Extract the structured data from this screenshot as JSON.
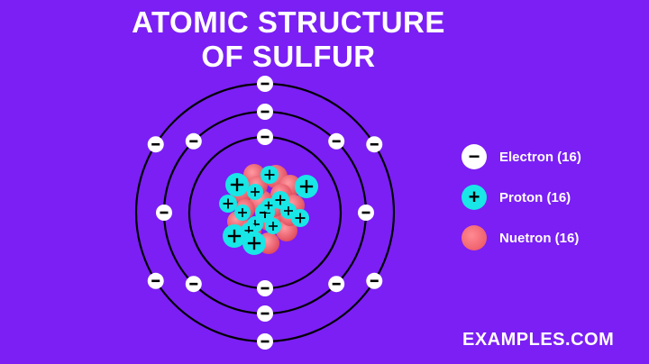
{
  "title": {
    "line1": "ATOMIC STRUCTURE",
    "line2": "OF SULFUR"
  },
  "legend": [
    {
      "symbol": "−",
      "label": "Electron (16)",
      "kind": "electron"
    },
    {
      "symbol": "+",
      "label": "Proton (16)",
      "kind": "proton"
    },
    {
      "symbol": "",
      "label": "Nuetron (16)",
      "kind": "neutron"
    }
  ],
  "watermark": "EXAMPLES.COM",
  "shells": [
    {
      "shell": 1,
      "electrons": 2
    },
    {
      "shell": 2,
      "electrons": 8
    },
    {
      "shell": 3,
      "electrons": 6
    }
  ],
  "nucleus": {
    "protons": 16,
    "neutrons": 16
  },
  "colors": {
    "background": "#7B1FF4",
    "electron": "#FFFFFF",
    "proton": "#19E6E6",
    "neutron": "#E8505E",
    "orbit": "#000000"
  },
  "symbols": {
    "electron": "−",
    "proton": "+"
  }
}
